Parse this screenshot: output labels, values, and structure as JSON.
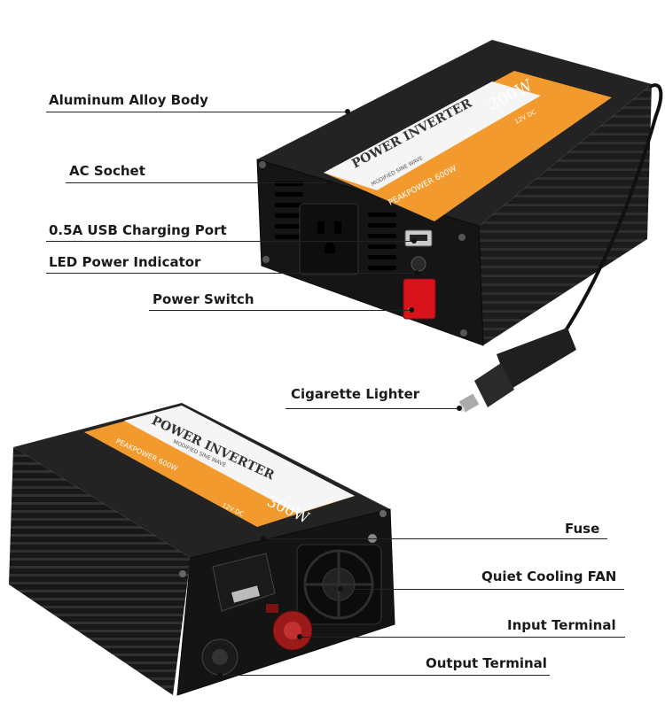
{
  "product": {
    "brand_text": "POWER INVERTER",
    "subtitle_text": "MODIFIED SINE WAVE",
    "wattage_text": "300W",
    "peak_text": "PEAKPOWER 600W",
    "voltage_text": "12V DC"
  },
  "top_callouts": [
    {
      "label": "Aluminum Alloy Body"
    },
    {
      "label": "AC Sochet"
    },
    {
      "label": "0.5A USB Charging Port"
    },
    {
      "label": "LED Power Indicator"
    },
    {
      "label": "Power Switch"
    },
    {
      "label": "Cigarette Lighter"
    }
  ],
  "bottom_callouts": [
    {
      "label": "Fuse"
    },
    {
      "label": "Quiet Cooling FAN"
    },
    {
      "label": "Input Terminal"
    },
    {
      "label": "Output Terminal"
    }
  ],
  "colors": {
    "body": "#1e1e1e",
    "label_orange": "#f39a2e",
    "switch_red": "#d8141b",
    "terminal_red": "#9b1a1a"
  }
}
